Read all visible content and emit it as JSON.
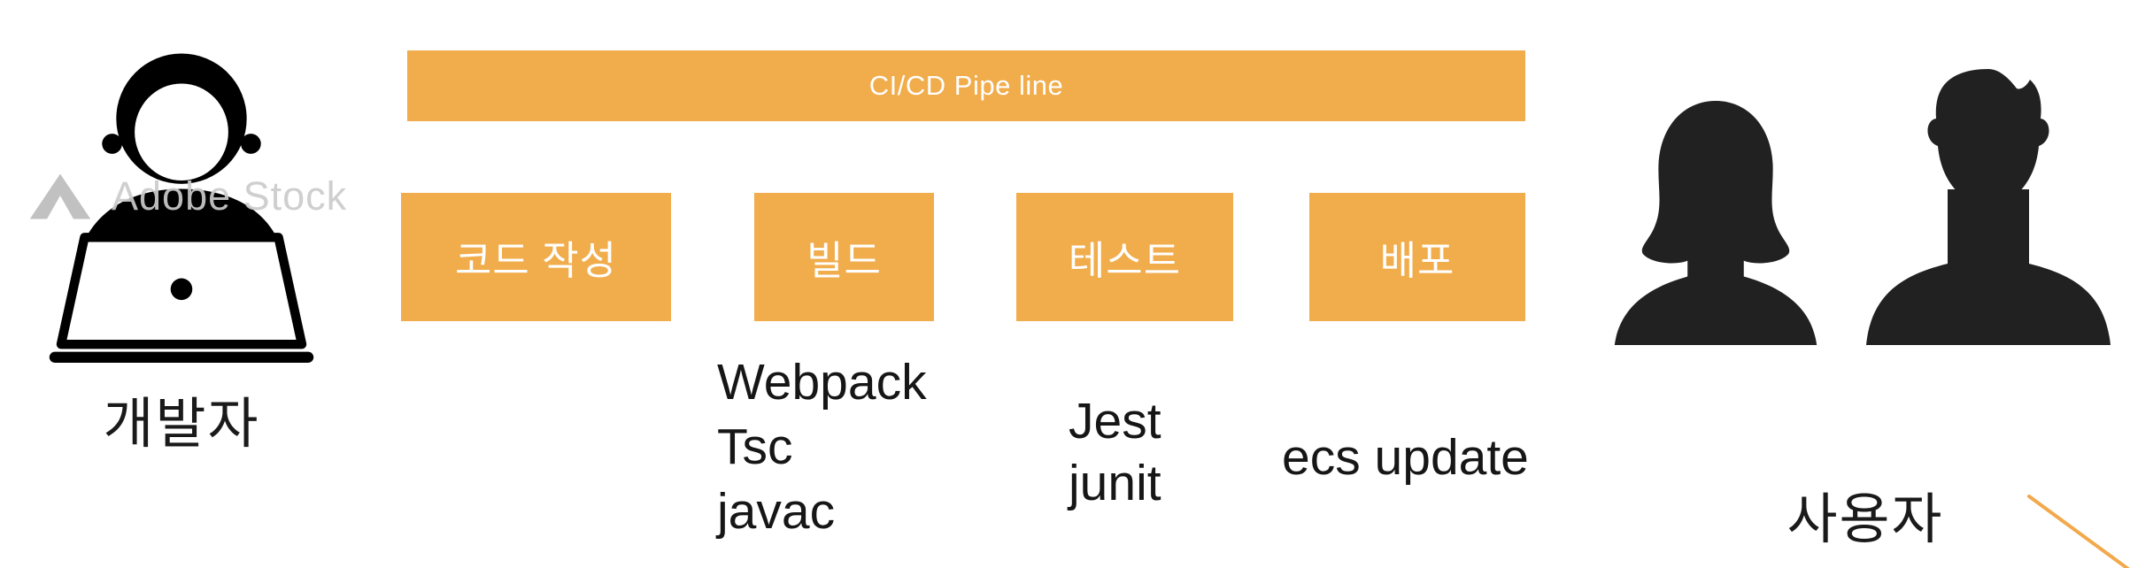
{
  "title_banner": {
    "label": "CI/CD Pipe line"
  },
  "stages": [
    {
      "label": "코드 작성"
    },
    {
      "label": "빌드"
    },
    {
      "label": "테스트"
    },
    {
      "label": "배포"
    }
  ],
  "tools": {
    "build": [
      "Webpack",
      "Tsc",
      "javac"
    ],
    "test": [
      "Jest",
      "junit"
    ],
    "deploy": [
      "ecs update"
    ]
  },
  "actors": {
    "developer": {
      "label": "개발자"
    },
    "users": {
      "label": "사용자"
    }
  },
  "watermark": {
    "brand": "Adobe Stock"
  },
  "colors": {
    "accent_orange": "#F1AC4B",
    "connector_orange": "#F2A94C",
    "silhouette_dark": "#212121",
    "label_text": "#1a1a1a",
    "stage_text": "#FFFFFF"
  }
}
